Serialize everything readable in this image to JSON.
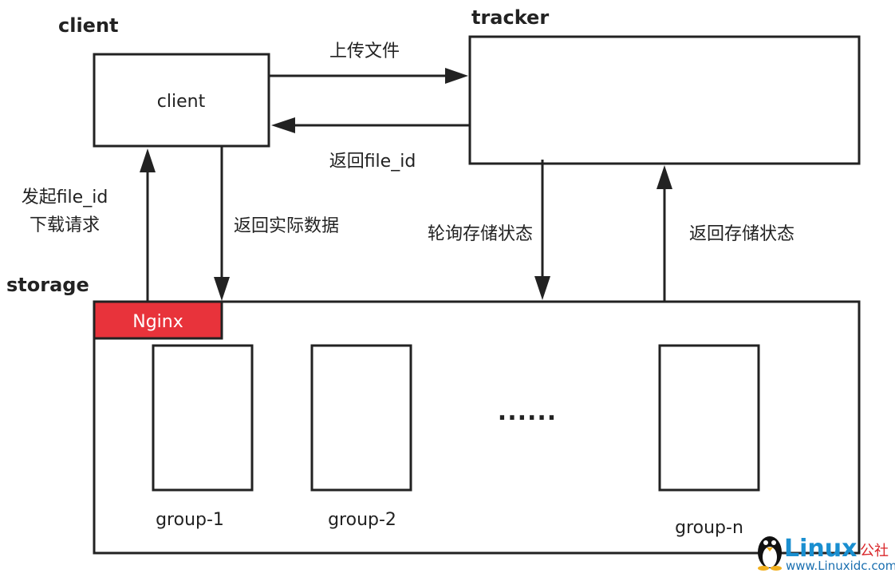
{
  "labels": {
    "client_header": "client",
    "tracker_header": "tracker",
    "storage_header": "storage",
    "client_box": "client",
    "upload_file": "上传文件",
    "return_file_id": "返回file_id",
    "download_line1": "发起file_id",
    "download_line2": "下载请求",
    "return_data": "返回实际数据",
    "poll_status": "轮询存储状态",
    "return_status": "返回存储状态",
    "nginx": "Nginx",
    "group_1": "group-1",
    "group_2": "group-2",
    "group_n": "group-n",
    "ellipsis": "......"
  },
  "watermark": {
    "brand": "Linux",
    "brand_cn": "公社",
    "url": "www.Linuxidc.com"
  },
  "colors": {
    "nginx_fill": "#e8333b",
    "stroke": "#222222",
    "watermark_blue": "#1a8fd0",
    "watermark_red": "#d9262a"
  }
}
